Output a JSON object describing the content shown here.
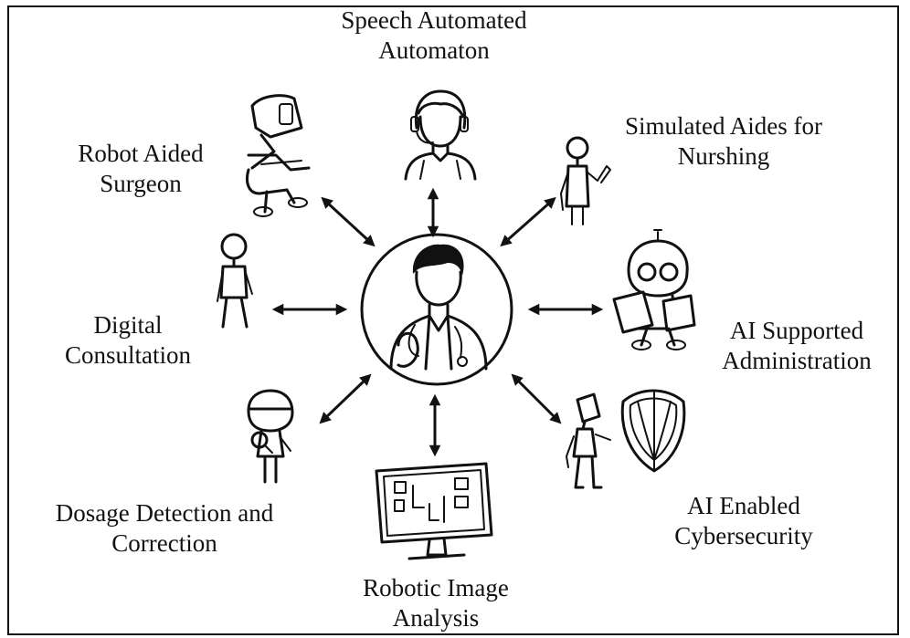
{
  "diagram": {
    "accent_color": "#111111",
    "center": {
      "icon": "doctor-icon"
    },
    "nodes": [
      {
        "id": "speech",
        "icon": "headset-agent-icon",
        "lines": [
          "Speech Automated",
          "Automaton"
        ]
      },
      {
        "id": "nursing",
        "icon": "nurse-figure-icon",
        "lines": [
          "Simulated Aides for",
          "Nurshing"
        ]
      },
      {
        "id": "admin",
        "icon": "robot-with-papers-icon",
        "lines": [
          "AI Supported",
          "Administration"
        ]
      },
      {
        "id": "cyber",
        "icon": "robot-shield-icon",
        "lines": [
          "AI Enabled",
          "Cybersecurity"
        ]
      },
      {
        "id": "image",
        "icon": "monitor-icon",
        "lines": [
          "Robotic Image",
          "Analysis"
        ]
      },
      {
        "id": "dosage",
        "icon": "robot-magnifier-icon",
        "lines": [
          "Dosage Detection and",
          "Correction"
        ]
      },
      {
        "id": "consult",
        "icon": "standing-person-icon",
        "lines": [
          "Digital",
          "Consultation"
        ]
      },
      {
        "id": "surgeon",
        "icon": "surgical-robot-icon",
        "lines": [
          "Robot Aided",
          "Surgeon"
        ]
      }
    ]
  }
}
